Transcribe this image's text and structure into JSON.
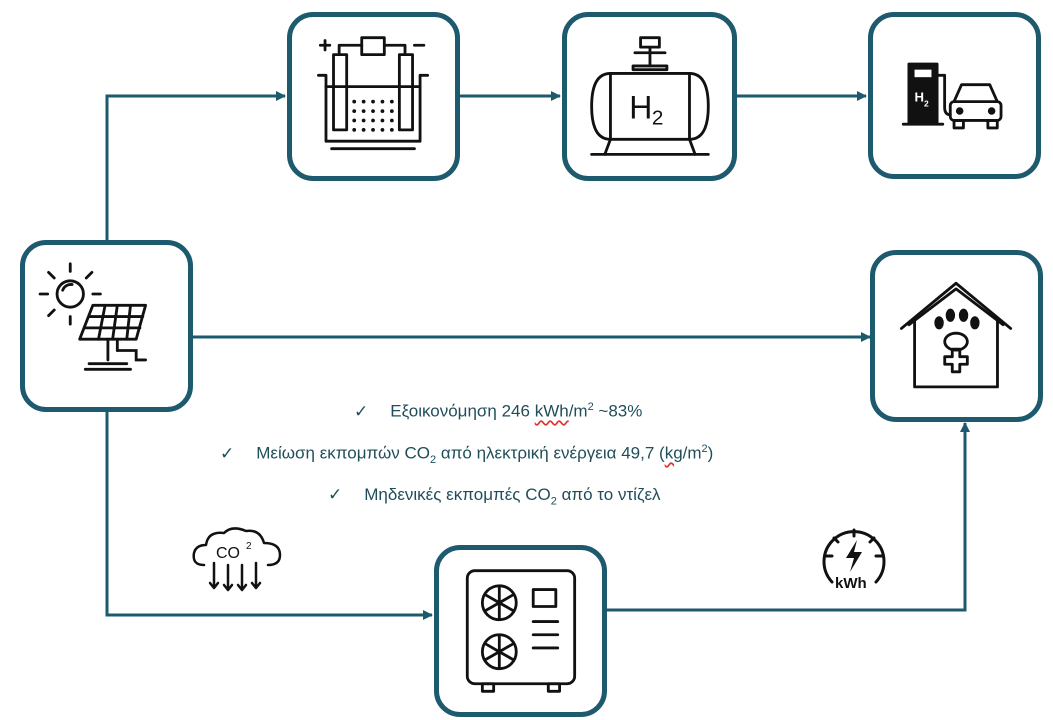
{
  "diagram": {
    "nodes": {
      "solar": "solar-panel-icon",
      "electrolyzer": "electrolyzer-icon",
      "h2_tank": "hydrogen-tank-icon",
      "h2_station": "hydrogen-fuel-station-icon",
      "vet_clinic": "veterinary-clinic-icon",
      "heat_pump": "heat-pump-icon"
    },
    "h2_label": "H",
    "h2_sub": "2",
    "station_label": "H",
    "station_sub": "2",
    "co2_icon_label": "CO",
    "co2_icon_sup": "2",
    "kwh_label": "kWh",
    "bullets": [
      {
        "check": "✓",
        "text_before": "Εξοικονόμηση 246 ",
        "underlined": "kWh",
        "text_mid": "/m",
        "sup": "2",
        "text_after": " ~83%"
      },
      {
        "check": "✓",
        "text_before": "Μείωση εκπομπών CO",
        "sub": "2",
        "text_mid": " από ηλεκτρική ενέργεια 49,7 (",
        "underlined": "kg",
        "text_mid2": "/m",
        "sup": "2",
        "text_after": ")"
      },
      {
        "check": "✓",
        "text_before": "Μηδενικές εκπομπές CO",
        "sub": "2",
        "text_after": " από το ντίζελ"
      }
    ],
    "colors": {
      "frame": "#1e5a6e",
      "arrow": "#1e5a6e",
      "icon": "#111111",
      "text": "#1f4e5a"
    }
  }
}
